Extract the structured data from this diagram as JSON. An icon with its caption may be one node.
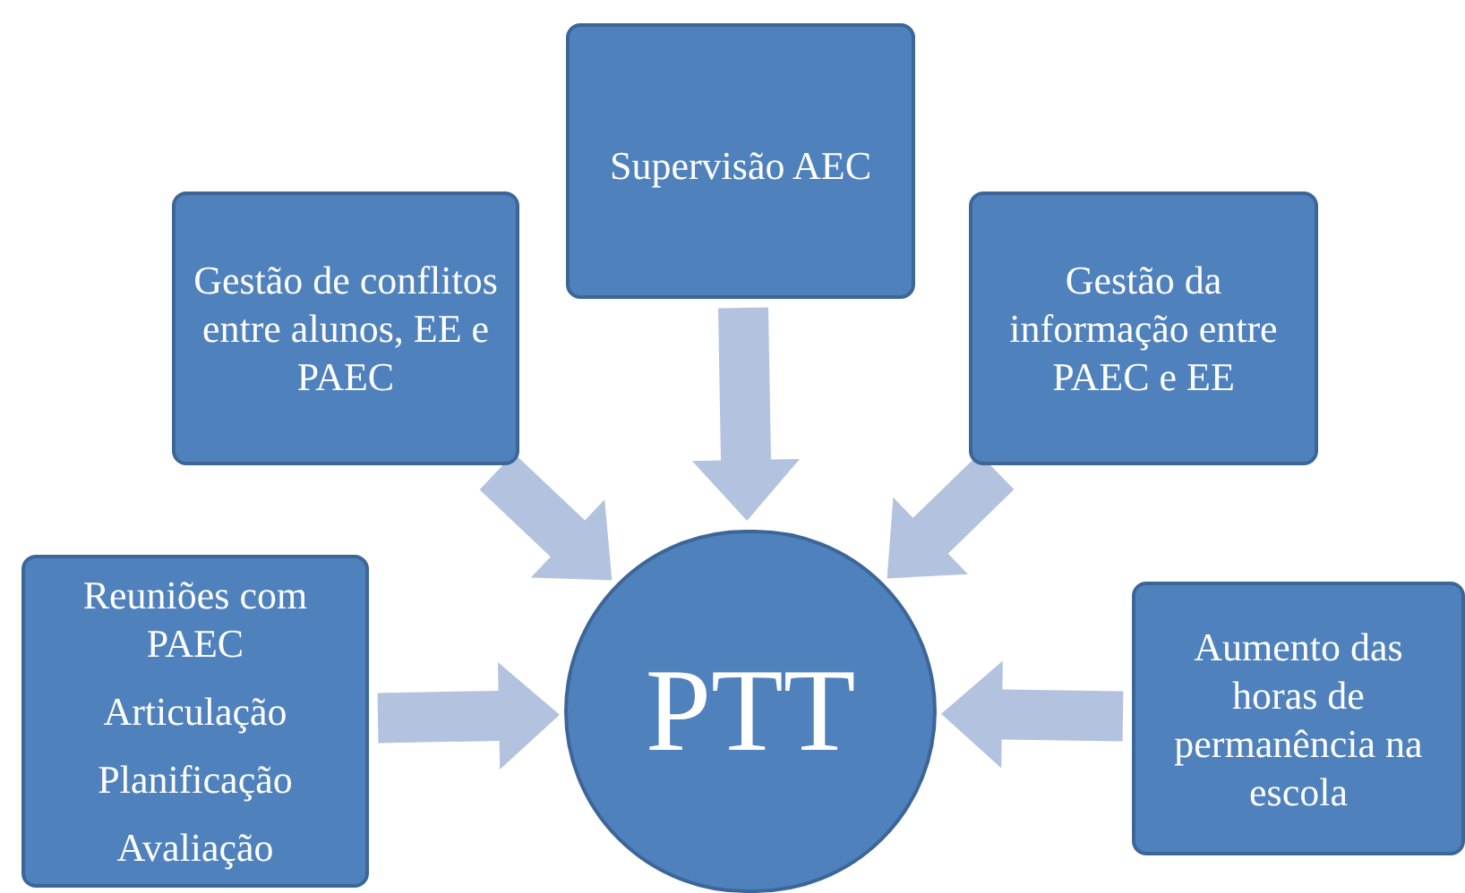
{
  "diagram": {
    "nodes": [
      {
        "text": [
          "Reuniões com PAEC",
          "Articulação",
          "Planificação",
          "Avaliação"
        ]
      },
      {
        "text": [
          "Gestão de conflitos entre alunos, EE e PAEC"
        ]
      },
      {
        "text": [
          "Supervisão AEC"
        ]
      },
      {
        "text": [
          "Gestão da informação entre PAEC e EE"
        ]
      },
      {
        "text": [
          "Aumento das horas de permanência na escola"
        ]
      },
      {
        "text": [
          "PTT"
        ]
      }
    ],
    "edges": [
      {
        "from": 0,
        "to": 5,
        "arrow": "to",
        "style": "thick"
      },
      {
        "from": 1,
        "to": 5,
        "arrow": "to",
        "style": "thick"
      },
      {
        "from": 2,
        "to": 5,
        "arrow": "to",
        "style": "thick"
      },
      {
        "from": 3,
        "to": 5,
        "arrow": "to",
        "style": "thick"
      },
      {
        "from": 4,
        "to": 5,
        "arrow": "to",
        "style": "thick"
      }
    ]
  }
}
